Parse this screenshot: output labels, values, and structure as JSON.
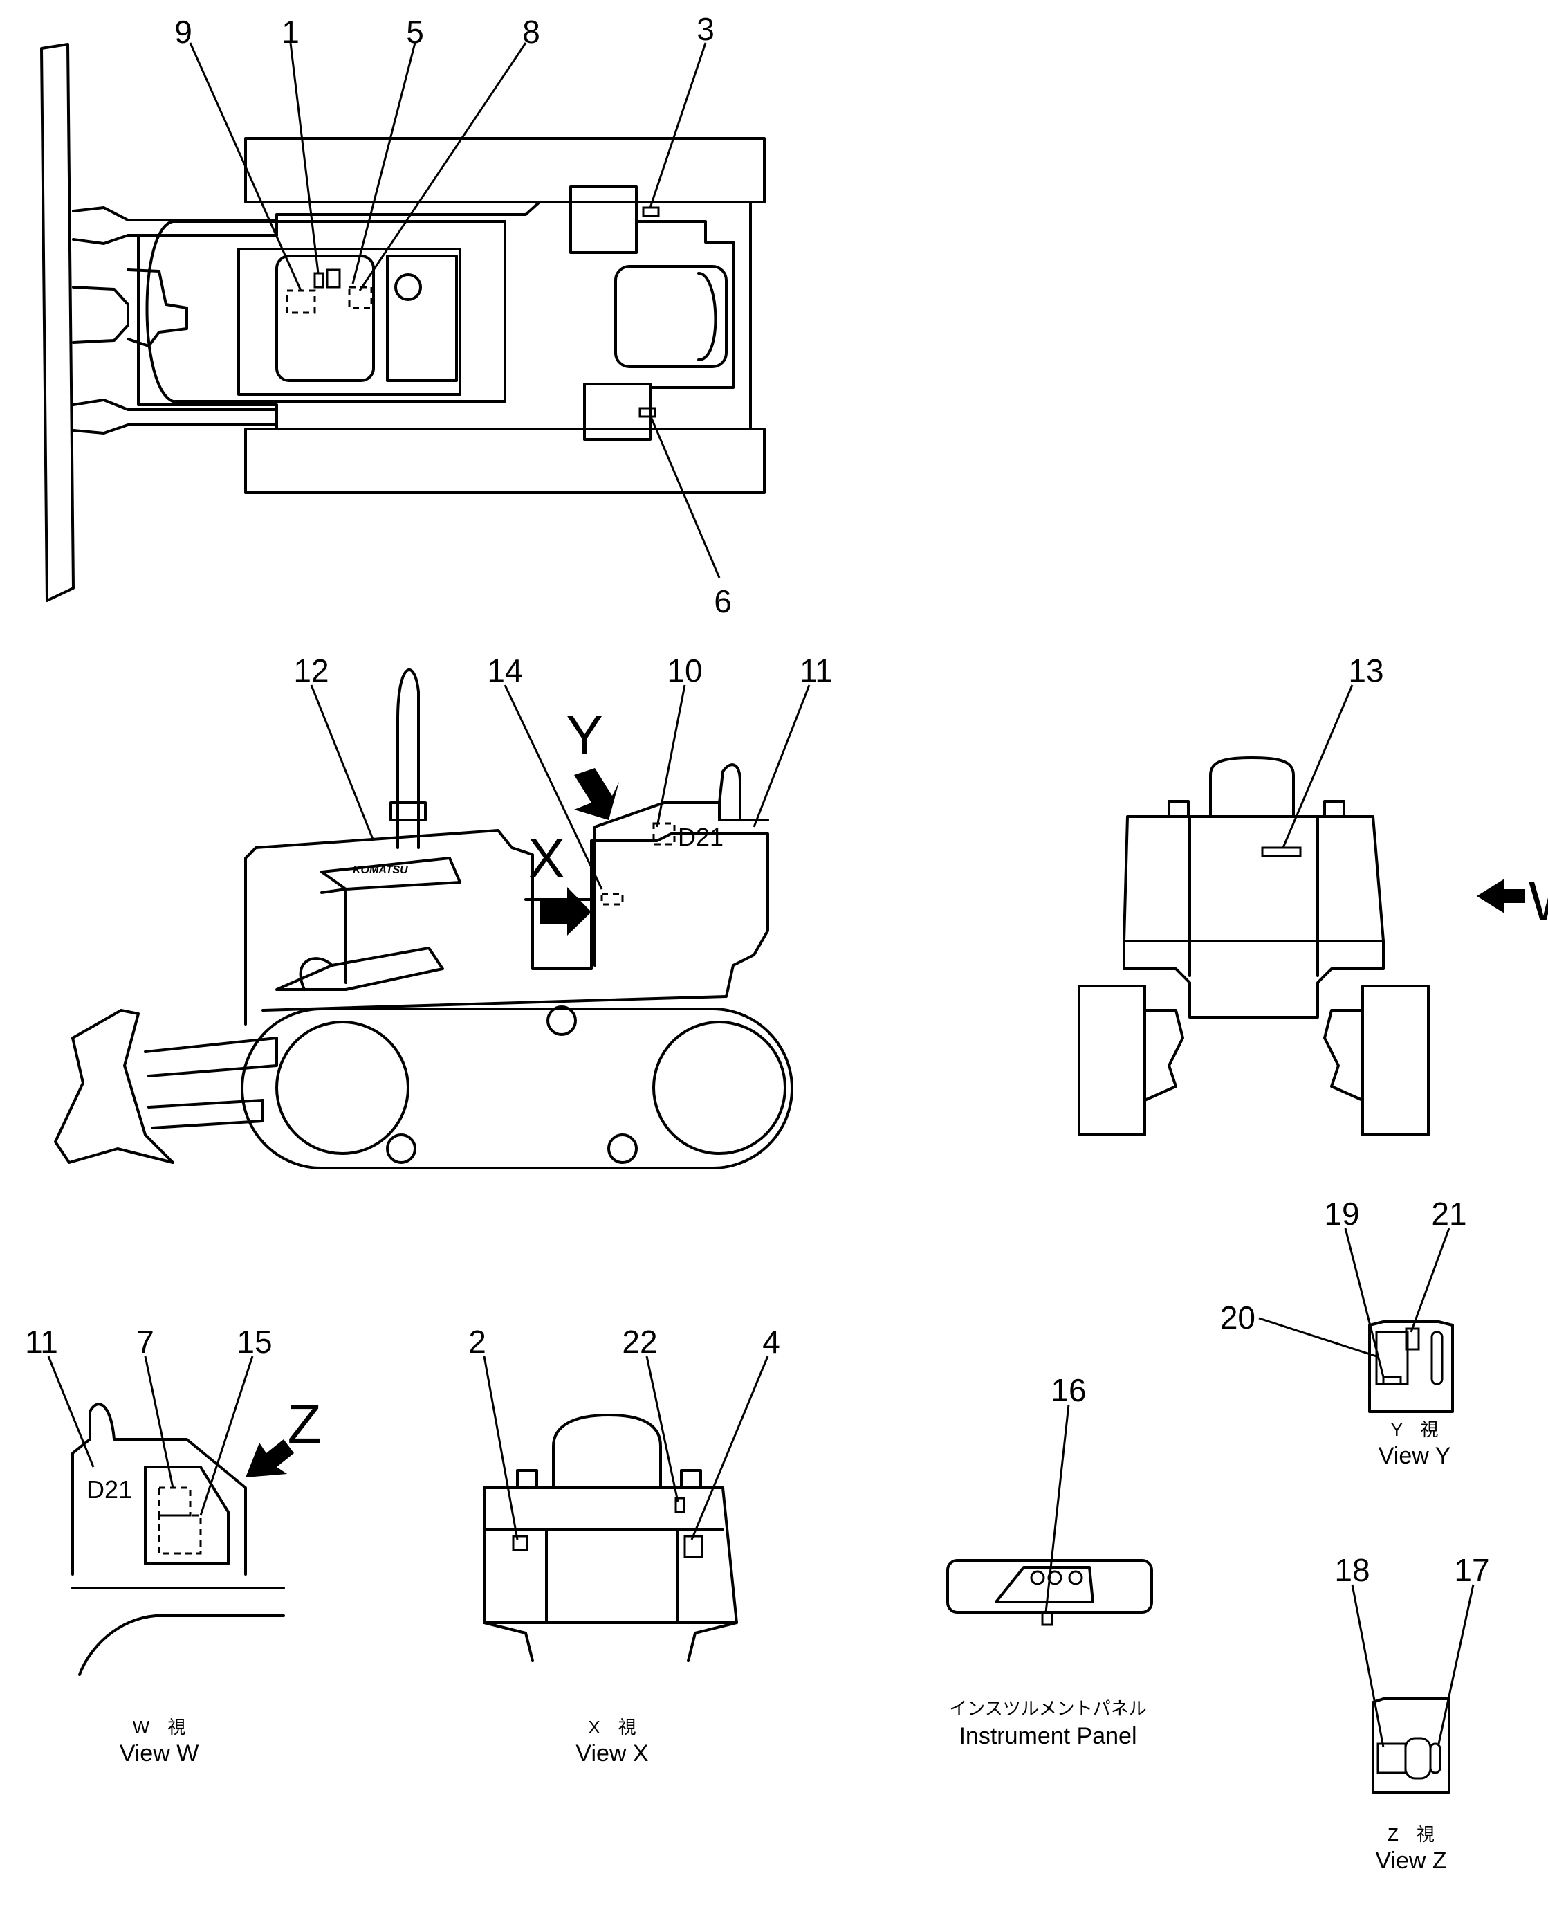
{
  "callouts": {
    "top": [
      "9",
      "1",
      "5",
      "8",
      "3",
      "6"
    ],
    "side": [
      "12",
      "14",
      "10",
      "11"
    ],
    "rear": [
      "13"
    ],
    "view_w": [
      "11",
      "7",
      "15"
    ],
    "view_x": [
      "2",
      "22",
      "4"
    ],
    "panel": [
      "16"
    ],
    "view_y": [
      "19",
      "21",
      "20"
    ],
    "view_z": [
      "18",
      "17"
    ]
  },
  "view_arrows": {
    "x": "X",
    "y": "Y",
    "w": "W",
    "z": "Z"
  },
  "markings": {
    "model": "D21",
    "brand": "KOMATSU"
  },
  "captions": {
    "view_w": {
      "jp": "W　視",
      "en": "View  W"
    },
    "view_x": {
      "jp": "X　視",
      "en": "View  X"
    },
    "view_y": {
      "jp": "Y　視",
      "en": "View  Y"
    },
    "view_z": {
      "jp": "Z　視",
      "en": "View  Z"
    },
    "instrument_panel": {
      "jp": "インスツルメントパネル",
      "en": "Instrument  Panel"
    }
  }
}
